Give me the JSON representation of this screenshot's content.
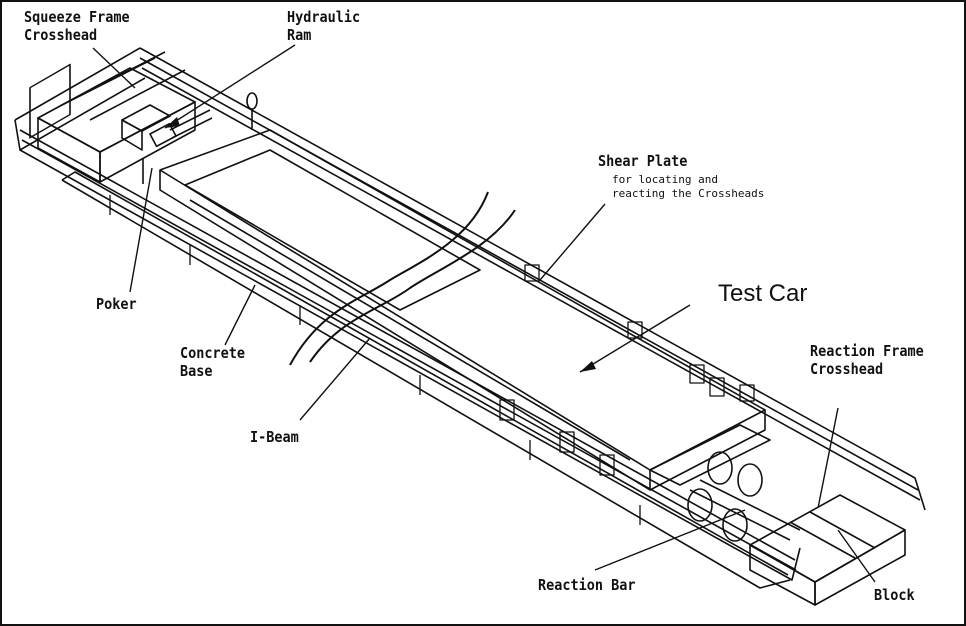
{
  "labels": {
    "squeeze_frame_line1": "Squeeze Frame",
    "squeeze_frame_line2": "Crosshead",
    "hydraulic_line1": "Hydraulic",
    "hydraulic_line2": "Ram",
    "shear_plate_title": "Shear Plate",
    "shear_plate_sub1": "for locating and",
    "shear_plate_sub2": "reacting the Crossheads",
    "test_car": "Test Car",
    "reaction_frame_line1": "Reaction Frame",
    "reaction_frame_line2": "Crosshead",
    "poker": "Poker",
    "concrete_line1": "Concrete",
    "concrete_line2": "Base",
    "i_beam": "I-Beam",
    "reaction_bar": "Reaction Bar",
    "block": "Block"
  }
}
